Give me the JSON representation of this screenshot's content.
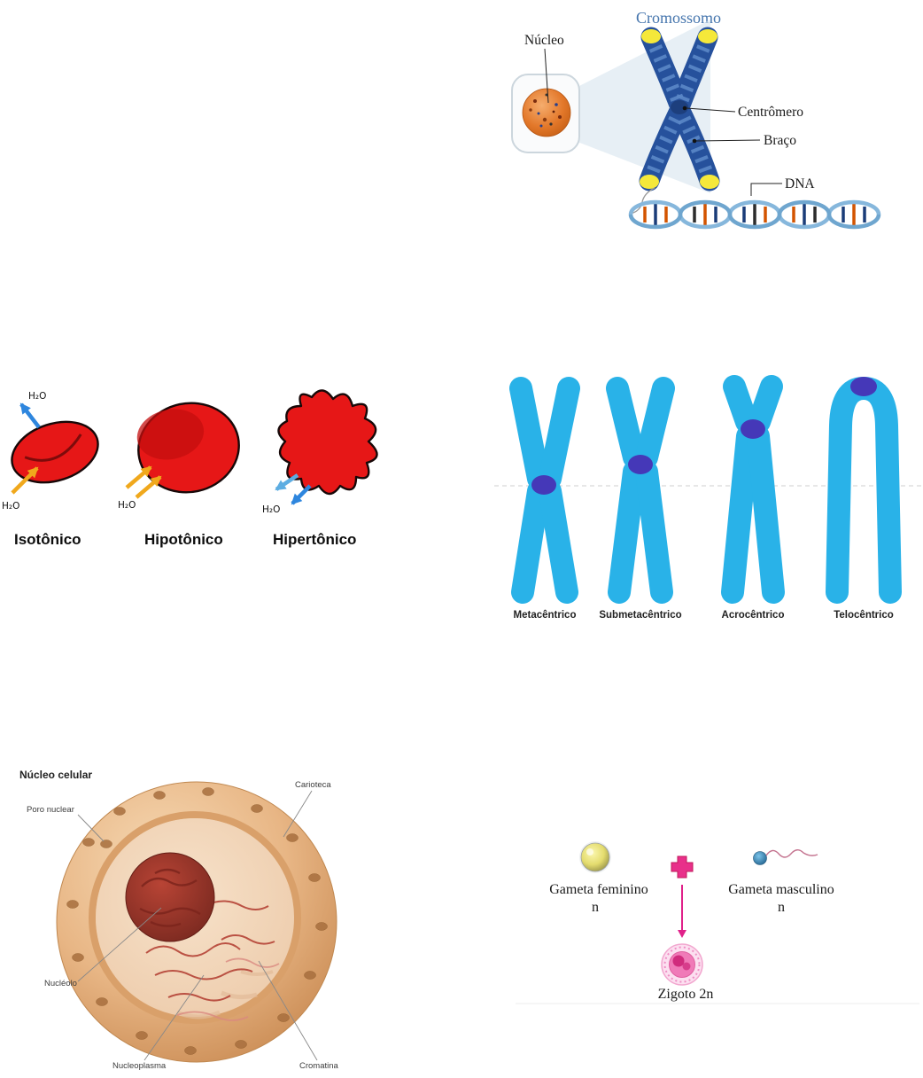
{
  "colors": {
    "chromosome_dark_blue": "#26519c",
    "chromosome_stripe_blue": "#5b87c8",
    "chromosome_tip_yellow": "#f5e83a",
    "title_blue": "#4575ad",
    "red_cell": "#e61717",
    "arrow_blue": "#2e86de",
    "arrow_light_blue": "#5dade2",
    "arrow_yellow": "#f0a81c",
    "karyotype_cyan": "#29b2e8",
    "centromere_purple": "#4538b8",
    "nucleus_tan": "#e8b685",
    "nucleolus_red": "#a93226",
    "pink_accent": "#e0218a"
  },
  "chromosome_panel": {
    "title": "Cromossomo",
    "nucleus_label": "Núcleo",
    "centromere_label": "Centrômero",
    "arm_label": "Braço",
    "dna_label": "DNA"
  },
  "tonicity_panel": {
    "water_label": "H₂O",
    "cells": [
      {
        "name": "Isotônico"
      },
      {
        "name": "Hipotônico"
      },
      {
        "name": "Hipertônico"
      }
    ]
  },
  "karyotype_panel": {
    "types": [
      {
        "label": "Metacêntrico"
      },
      {
        "label": "Submetacêntrico"
      },
      {
        "label": "Acrocêntrico"
      },
      {
        "label": "Telocêntrico"
      }
    ]
  },
  "nucleus_panel": {
    "title": "Núcleo celular",
    "pore_label": "Poro nuclear",
    "karyotheca_label": "Carioteca",
    "nucleolus_label": "Nucléolo",
    "nucleoplasm_label": "Nucleoplasma",
    "chromatin_label": "Cromatina"
  },
  "fertilization_panel": {
    "female_gamete_label": "Gameta feminino",
    "female_ploidy": "n",
    "male_gamete_label": "Gameta masculino",
    "male_ploidy": "n",
    "zygote_label": "Zigoto 2n"
  }
}
